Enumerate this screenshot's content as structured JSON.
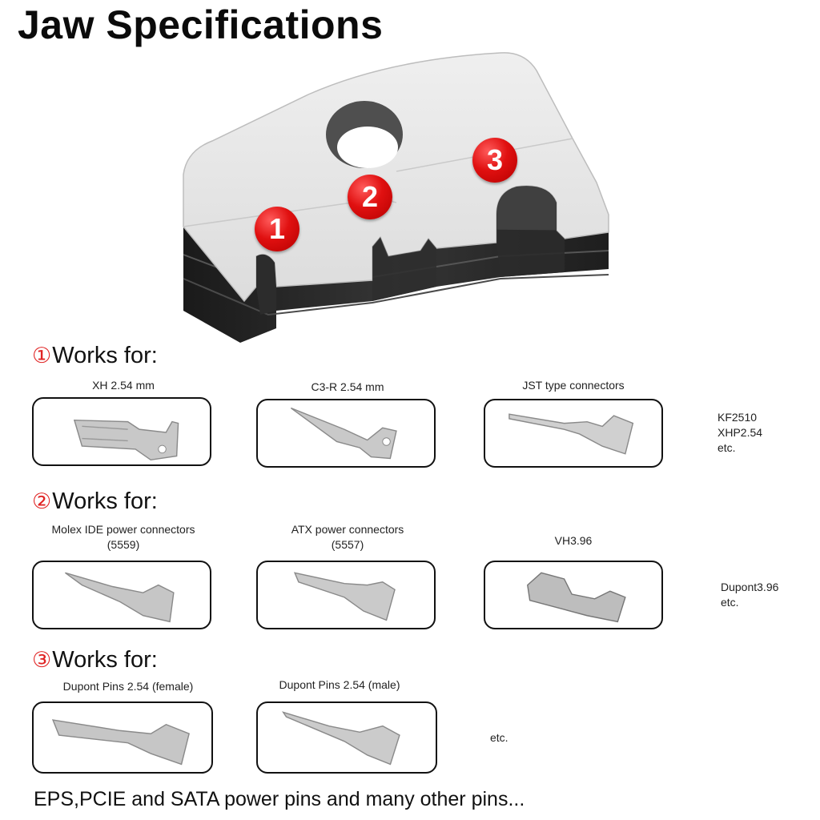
{
  "title": "Jaw Specifications",
  "badges": [
    "1",
    "2",
    "3"
  ],
  "sections": [
    {
      "num": "①",
      "heading": "Works for:",
      "items": [
        {
          "label_lines": [
            "XH 2.54 mm"
          ]
        },
        {
          "label_lines": [
            "C3-R 2.54 mm"
          ]
        },
        {
          "label_lines": [
            "JST type connectors"
          ]
        }
      ],
      "note_lines": [
        "KF2510",
        "XHP2.54",
        "etc."
      ]
    },
    {
      "num": "②",
      "heading": "Works for:",
      "items": [
        {
          "label_lines": [
            "Molex IDE power connectors",
            "(5559)"
          ]
        },
        {
          "label_lines": [
            "ATX power connectors",
            "(5557)"
          ]
        },
        {
          "label_lines": [
            "VH3.96"
          ]
        }
      ],
      "note_lines": [
        "Dupont3.96",
        "etc."
      ]
    },
    {
      "num": "③",
      "heading": "Works for:",
      "items": [
        {
          "label_lines": [
            "Dupont Pins 2.54 (female)"
          ]
        },
        {
          "label_lines": [
            "Dupont Pins 2.54 (male)"
          ]
        }
      ],
      "note_lines": [
        "etc."
      ]
    }
  ],
  "footer": "EPS,PCIE and SATA power pins and many other pins...",
  "colors": {
    "badge_red": "#e01010",
    "section_num_red": "#e02424",
    "jaw_face": "#e6e6e6",
    "jaw_dark": "#262626"
  }
}
